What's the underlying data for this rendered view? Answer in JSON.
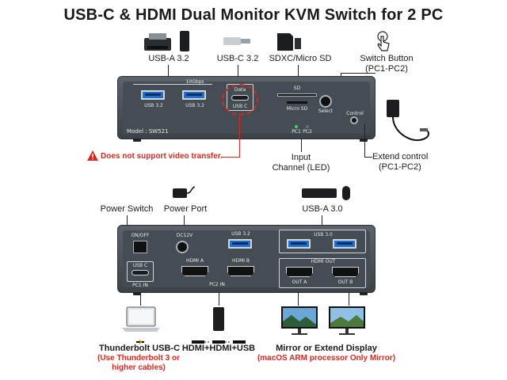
{
  "title": "USB-C & HDMI Dual Monitor KVM Switch for 2 PC",
  "top": {
    "label_usba": "USB-A 3.2",
    "label_usbc": "USB-C 3.2",
    "label_sd": "SDXC/Micro SD",
    "label_switch": "Switch Button",
    "label_switch_sub": "(PC1-PC2)",
    "label_input": "Input",
    "label_input_sub": "Channel (LED)",
    "label_extend": "Extend control",
    "label_extend_sub": "(PC1-PC2)",
    "warning": "Does not support video transfer.",
    "device": {
      "speed": "10Gbps",
      "usb1": "USB 3.2",
      "usb2": "USB 3.2",
      "data": "Data",
      "usbc": "USB C",
      "sd": "SD",
      "microsd": "Micro SD",
      "select": "Select",
      "control": "Control",
      "model": "Model : SW521",
      "pc1": "PC1",
      "pc2": "PC2"
    }
  },
  "bottom": {
    "label_power_switch": "Power Switch",
    "label_power_port": "Power Port",
    "label_usba30": "USB-A 3.0",
    "device": {
      "onoff": "ON/OFF",
      "dc": "DC12V",
      "usb32": "USB 3.2",
      "usbc": "USB C",
      "pc1in": "PC1 IN",
      "hdmia": "HDMI A",
      "hdmib": "HDMI B",
      "pc2in": "PC2 IN",
      "usb30": "USB 3.0",
      "hdmiout": "HDMI OUT",
      "outa": "OUT A",
      "outb": "OUT B"
    },
    "caption_thunderbolt": "Thunderbolt USB-C",
    "caption_thunderbolt_note": "(Use Thunderbolt 3 or higher cables)",
    "caption_hdmi": "HDMI+HDMI+USB",
    "caption_mirror": "Mirror or Extend Display",
    "caption_mirror_note": "(macOS ARM processor Only Mirror)"
  },
  "colors": {
    "accent_red": "#d6281f",
    "port_blue": "#1e6fd0",
    "panel": "#464c53"
  }
}
